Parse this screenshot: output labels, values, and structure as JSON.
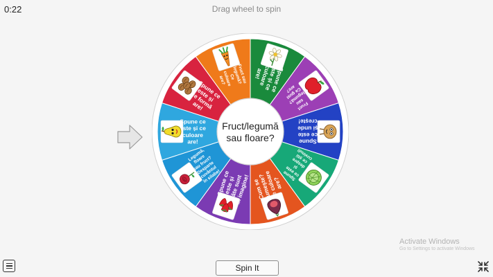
{
  "header": {
    "timer": "0:22",
    "title": "Drag wheel to spin"
  },
  "wheel": {
    "center_text": [
      "Fruct/legumă",
      "sau floare?"
    ],
    "colors": {
      "rim": "#ffffff",
      "hub": "#ffffff",
      "pointer": "#e6e6e6"
    },
    "segments": [
      {
        "color": "#2fa7df",
        "icon": "pear-icon",
        "lines": [
          "Spune ce",
          "este și ce",
          "culoare",
          "are!"
        ]
      },
      {
        "color": "#d8233f",
        "icon": "walnuts-icon",
        "lines": [
          "Spune ce",
          "este și",
          "ce formă",
          "are!"
        ]
      },
      {
        "color": "#ef7a1a",
        "icon": "carrot-icon",
        "lines": [
          "Fruct sau",
          "legumă?",
          "Ce",
          "culoare",
          "are?"
        ]
      },
      {
        "color": "#1a8a3c",
        "icon": "flower-icon",
        "lines": [
          "Spune ce",
          "este și ce",
          "culoare",
          "are!"
        ]
      },
      {
        "color": "#9c3fb5",
        "icon": "apple-icon",
        "lines": [
          "Fruct",
          "sau",
          "legumă?",
          "Ce gust",
          "are?"
        ]
      },
      {
        "color": "#2342c4",
        "icon": "potato-icon",
        "lines": [
          "Spune",
          "ce este",
          "și unde",
          "crește!"
        ]
      },
      {
        "color": "#17a878",
        "icon": "cabbage-icon",
        "lines": [
          "Spune",
          "ce este",
          "și",
          "despre",
          "ce știi",
          "cuvinul!"
        ]
      },
      {
        "color": "#e4551f",
        "icon": "fig-icon",
        "lines": [
          "Cum se",
          "numește?",
          "Ce culoare",
          "are?"
        ]
      },
      {
        "color": "#7b3bb3",
        "icon": "strawberries-icon",
        "lines": [
          "Spune ce",
          "este și",
          "câte sunt",
          "în imagine!"
        ]
      },
      {
        "color": "#1f95d6",
        "icon": "rose-icon",
        "lines": [
          "Legumă,",
          "floare",
          "sau fruct?",
          "Desparte",
          "cuvântul",
          "în silabe!"
        ]
      }
    ]
  },
  "controls": {
    "spin_label": "Spin It"
  },
  "icons": {
    "menu": "menu-icon",
    "fullscreen": "fullscreen-icon",
    "pointer": "pointer-arrow-icon"
  },
  "watermark": {
    "line1": "Activate Windows",
    "line2": "Go to Settings to activate Windows"
  }
}
